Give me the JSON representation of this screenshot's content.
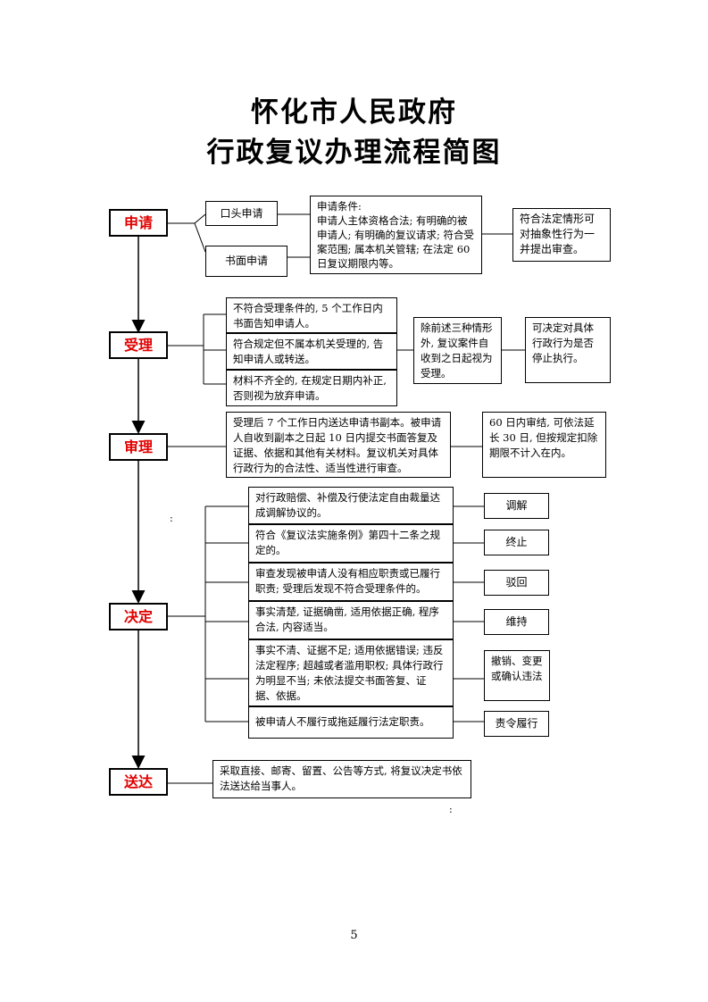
{
  "title": {
    "line1": "怀化市人民政府",
    "line2": "行政复议办理流程简图"
  },
  "stages": {
    "apply": "申请",
    "accept": "受理",
    "review": "审理",
    "decide": "决定",
    "deliver": "送达"
  },
  "apply": {
    "oral": "口头申请",
    "written": "书面申请",
    "conditions": "申请条件:\n申请人主体资格合法; 有明确的被申请人; 有明确的复议请求; 符合受案范围; 属本机关管辖; 在法定 60 日复议期限内等。",
    "abstract_review": "符合法定情形可对抽象性行为一并提出审查。"
  },
  "accept": {
    "reject": "不符合受理条件的, 5 个工作日内书面告知申请人。",
    "transfer": "符合规定但不属本机关受理的, 告知申请人或转送。",
    "supplement": "材料不齐全的, 在规定日期内补正, 否则视为放弃申请。",
    "deemed": "除前述三种情形外, 复议案件自收到之日起视为受理。",
    "suspend": "可决定对具体行政行为是否停止执行。"
  },
  "review": {
    "main": "受理后 7 个工作日内送达申请书副本。被申请人自收到副本之日起 10 日内提交书面答复及证据、依据和其他有关材料。复议机关对具体行政行为的合法性、适当性进行审查。",
    "deadline": "60 日内审结, 可依法延长 30 日, 但按规定扣除期限不计入在内。"
  },
  "decide": {
    "items": [
      {
        "condition": "对行政赔偿、补偿及行使法定自由裁量达成调解协议的。",
        "result": "调解"
      },
      {
        "condition": "符合《复议法实施条例》第四十二条之规定的。",
        "result": "终止"
      },
      {
        "condition": "审查发现被申请人没有相应职责或已履行职责; 受理后发现不符合受理条件的。",
        "result": "驳回"
      },
      {
        "condition": "事实清楚, 证据确凿, 适用依据正确, 程序合法, 内容适当。",
        "result": "维持"
      },
      {
        "condition": "事实不清、证据不足; 适用依据错误; 违反法定程序; 超越或者滥用职权; 具体行政行为明显不当; 未依法提交书面答复、证据、依据。",
        "result": "撤销、变更或确认违法"
      },
      {
        "condition": "被申请人不履行或拖延履行法定职责。",
        "result": "责令履行"
      }
    ]
  },
  "deliver": {
    "method": "采取直接、邮寄、留置、公告等方式, 将复议决定书依法送达给当事人。"
  },
  "page_number": "5",
  "marks": {
    "colon": ":"
  }
}
